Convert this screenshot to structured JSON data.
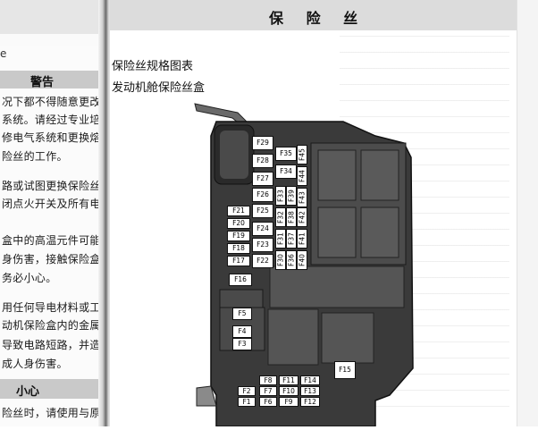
{
  "left_page": {
    "fragment_mark": "e",
    "warning_title": "警告",
    "lines": [
      "况下都不得随意更改保",
      "系统。请经过专业培训",
      "修电气系统和更换熔丝",
      "险丝的工作。",
      "路或试图更换保险丝",
      "闭点火开关及所有电气",
      "盒中的高温元件可能会",
      "身伤害，接触保险盒时",
      "务必小心。",
      "用任何导电材料或工具",
      "动机保险盒内的金属部",
      "导致电路短路，并造成",
      "成人身伤害。"
    ],
    "caution_title": "小心",
    "caution_line": "险丝时，请使用与原来"
  },
  "right_page": {
    "title": "保 险 丝",
    "subtitle": "保险丝规格图表",
    "section": "发动机舱保险丝盒"
  },
  "fuses": {
    "F1": "F1",
    "F2": "F2",
    "F3": "F3",
    "F4": "F4",
    "F5": "F5",
    "F6": "F6",
    "F7": "F7",
    "F8": "F8",
    "F9": "F9",
    "F10": "F10",
    "F11": "F11",
    "F12": "F12",
    "F13": "F13",
    "F14": "F14",
    "F15": "F15",
    "F16": "F16",
    "F17": "F17",
    "F18": "F18",
    "F19": "F19",
    "F20": "F20",
    "F21": "F21",
    "F22": "F22",
    "F23": "F23",
    "F24": "F24",
    "F25": "F25",
    "F26": "F26",
    "F27": "F27",
    "F28": "F28",
    "F29": "F29",
    "F30": "F30",
    "F31": "F31",
    "F32": "F32",
    "F33": "F33",
    "F34": "F34",
    "F35": "F35",
    "F36": "F36",
    "F37": "F37",
    "F38": "F38",
    "F39": "F39",
    "F40": "F40",
    "F41": "F41",
    "F42": "F42",
    "F43": "F43",
    "F44": "F44",
    "F45": "F45"
  }
}
